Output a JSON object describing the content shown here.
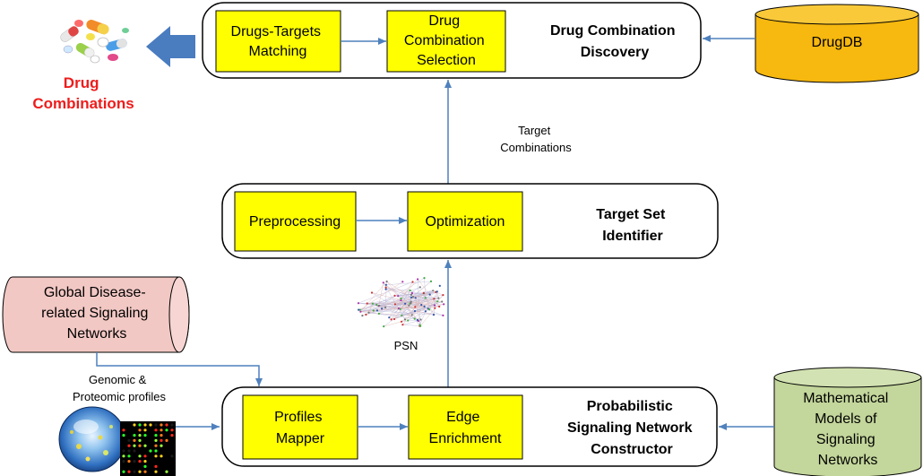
{
  "output": {
    "line1": "Drug",
    "line2": "Combinations",
    "color": "#ee1c1c"
  },
  "discovery": {
    "matching_line1": "Drugs-Targets",
    "matching_line2": "Matching",
    "selection_line1": "Drug",
    "selection_line2": "Combination",
    "selection_line3": "Selection",
    "title_line1": "Drug Combination",
    "title_line2": "Discovery"
  },
  "drugdb": {
    "label": "DrugDB",
    "color": "#f7b80f"
  },
  "target_combinations": {
    "line1": "Target",
    "line2": "Combinations"
  },
  "identifier": {
    "preprocessing": "Preprocessing",
    "optimization": "Optimization",
    "title_line1": "Target Set",
    "title_line2": "Identifier"
  },
  "psn": {
    "label": "PSN"
  },
  "global_networks": {
    "line1": "Global Disease-",
    "line2": "related Signaling",
    "line3": "Networks",
    "color": "#f2c8c4"
  },
  "profiles": {
    "line1": "Genomic &",
    "line2": "Proteomic profiles"
  },
  "constructor": {
    "mapper_line1": "Profiles",
    "mapper_line2": "Mapper",
    "enrichment_line1": "Edge",
    "enrichment_line2": "Enrichment",
    "title_line1": "Probabilistic",
    "title_line2": "Signaling Network",
    "title_line3": "Constructor"
  },
  "math_models": {
    "line1": "Mathematical",
    "line2": "Models of",
    "line3": "Signaling",
    "line4": "Networks",
    "color": "#c3d69b"
  },
  "colors": {
    "process_fill": "#ffff00",
    "arrow": "#4f81bd",
    "big_arrow": "#4a7cc0"
  },
  "icons": [
    "pills-icon",
    "network-graph-icon",
    "petri-dish-icon",
    "microarray-icon"
  ]
}
